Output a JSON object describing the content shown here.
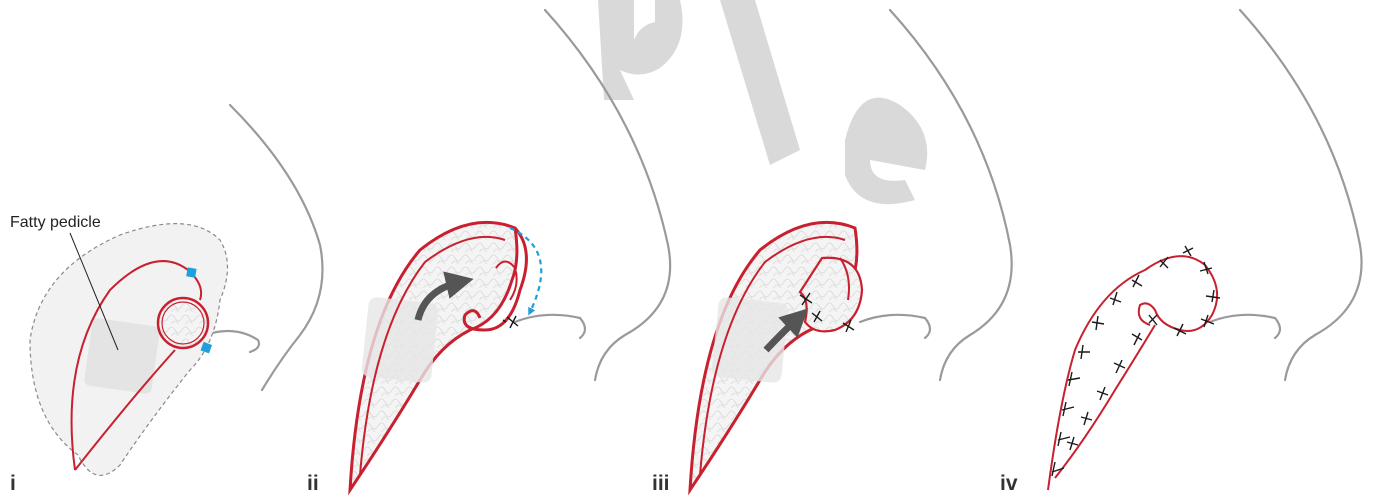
{
  "figure": {
    "panels": [
      {
        "label": "i"
      },
      {
        "label": "ii"
      },
      {
        "label": "iii"
      },
      {
        "label": "iv"
      }
    ],
    "callout": {
      "text": "Fatty pedicle"
    }
  },
  "colors": {
    "incision": "#c8202f",
    "marker": "#1fa0db",
    "skin_outline": "#9a9a9a",
    "arrow": "#555555",
    "tissue": "#eeeeee"
  }
}
